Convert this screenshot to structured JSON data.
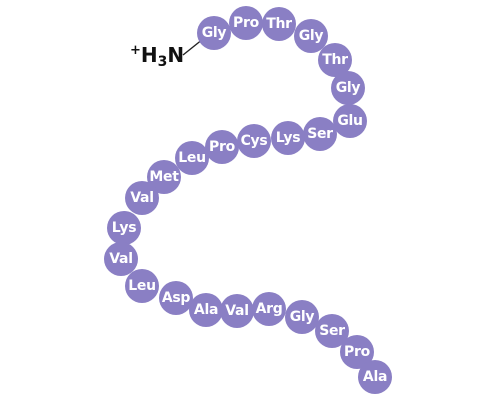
{
  "diagram": {
    "n_terminus": {
      "charge": "+",
      "atom1": "H",
      "subscript": "3",
      "atom2": "N"
    },
    "residues": [
      "Gly",
      "Pro",
      "Thr",
      "Gly",
      "Thr",
      "Gly",
      "Glu",
      "Ser",
      "Lys",
      "Cys",
      "Pro",
      "Leu",
      "Met",
      "Val",
      "Lys",
      "Val",
      "Leu",
      "Asp",
      "Ala",
      "Val",
      "Arg",
      "Gly",
      "Ser",
      "Pro",
      "Ala"
    ],
    "colors": {
      "residue_fill": "#8a7fc4",
      "residue_text": "#ffffff",
      "terminus_text": "#111111"
    }
  }
}
